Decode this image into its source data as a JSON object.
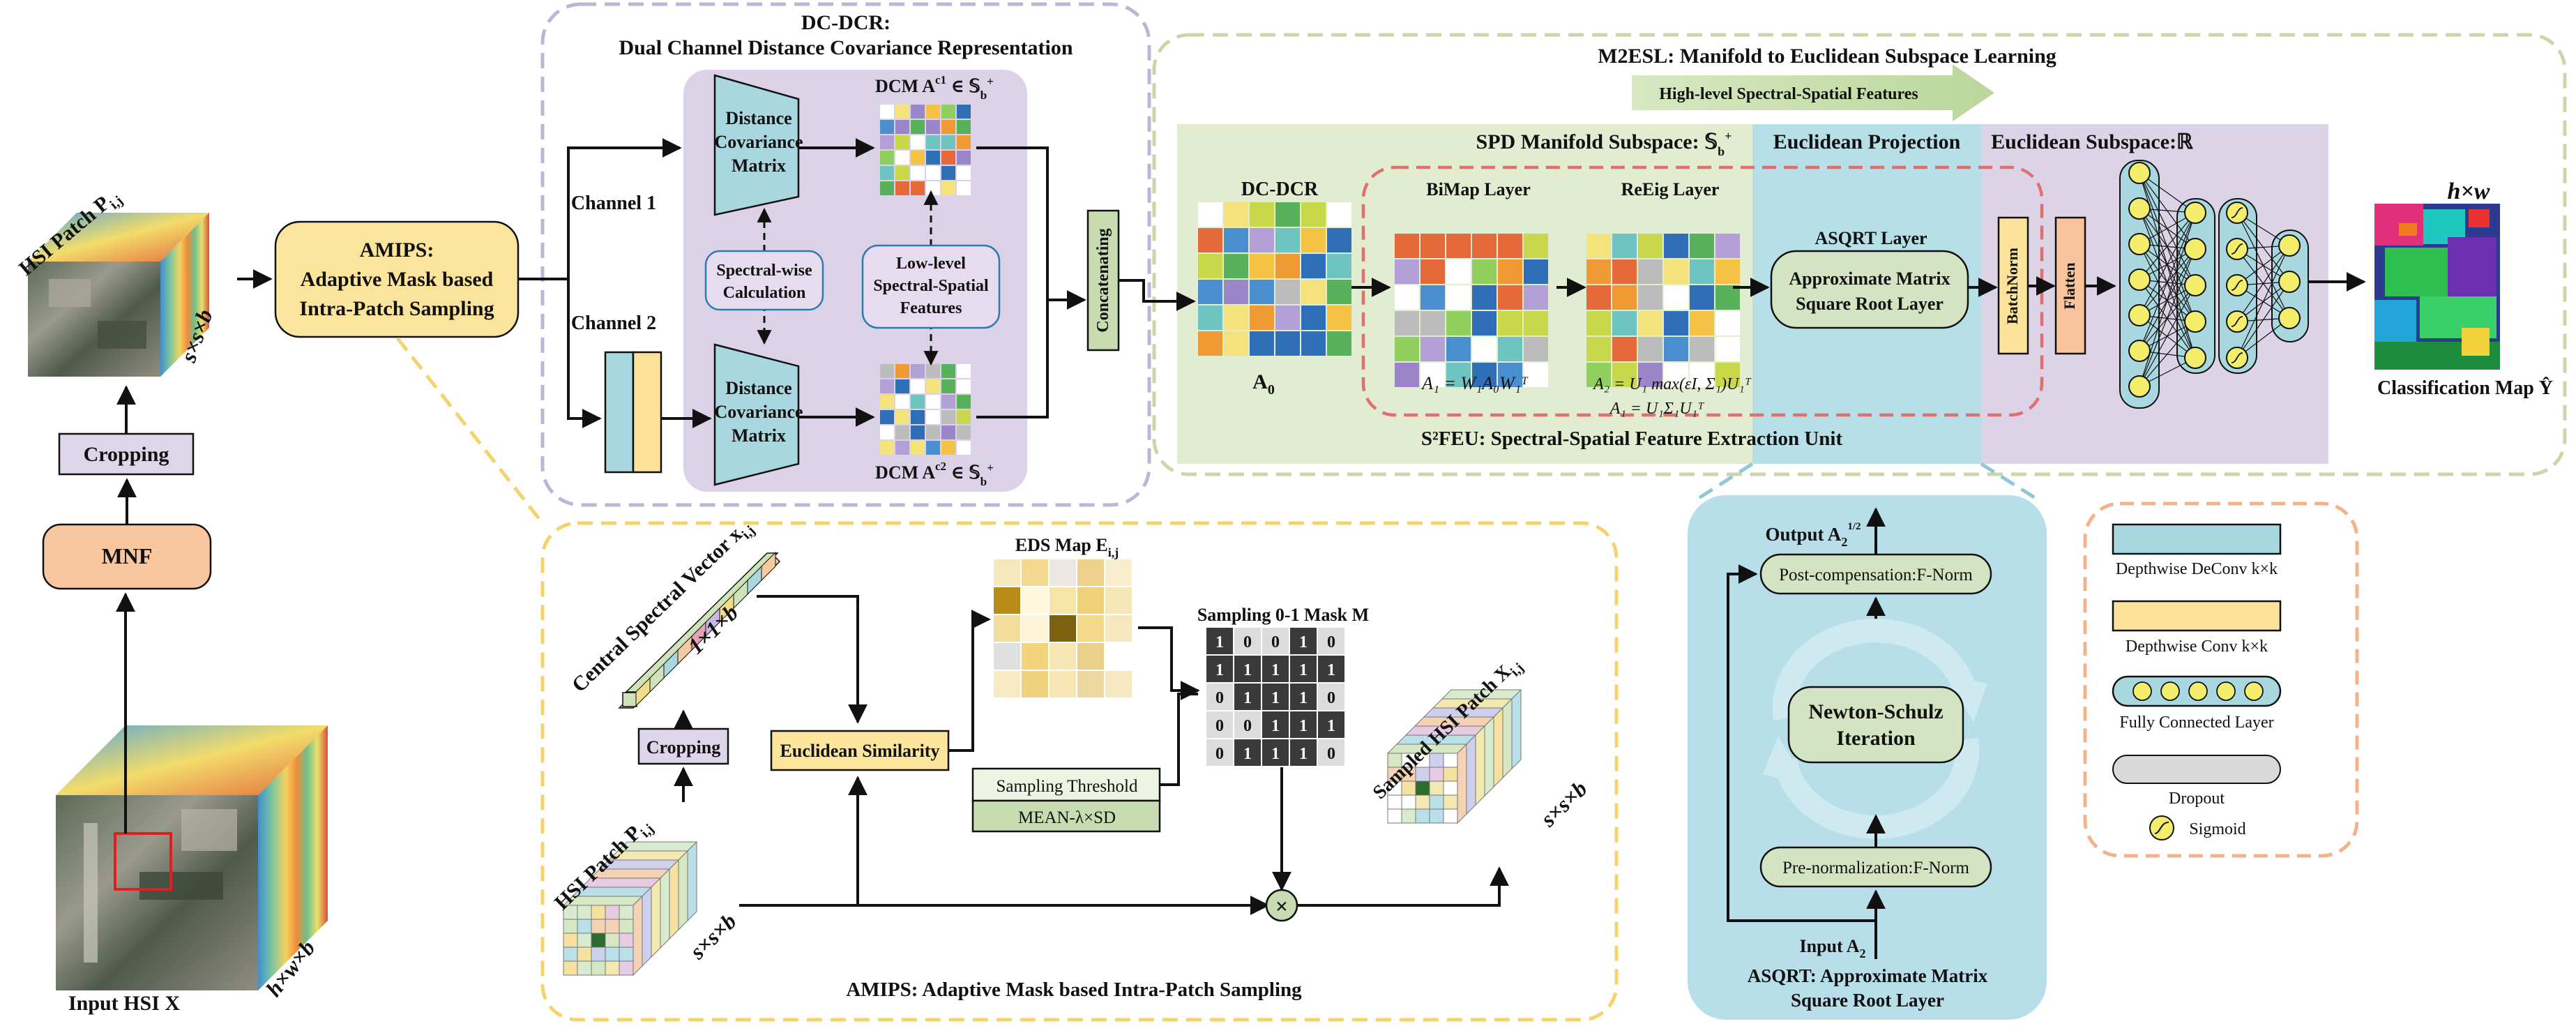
{
  "left_pipeline": {
    "input_label": "Input HSI X",
    "input_dims": "h×w×b",
    "mnf_label": "MNF",
    "cropping_label": "Cropping",
    "patch_label": "HSI Patch P",
    "patch_subscript": "i,j",
    "patch_dims": "s×s×b"
  },
  "amips_box": {
    "line1": "AMIPS:",
    "line2": "Adaptive Mask based",
    "line3": "Intra-Patch Sampling"
  },
  "dcdcr": {
    "title_line1": "DC-DCR:",
    "title_line2": "Dual Channel Distance Covariance  Representation",
    "channel1": "Channel 1",
    "channel2": "Channel 2",
    "dcm_top_label": "Distance Covariance Matrix",
    "dcm_bottom_label": "Distance Covariance Matrix",
    "spectral_wise": "Spectral-wise Calculation",
    "low_level": "Low-level Spectral-Spatial Features",
    "dcm1_label": "DCM A",
    "dcm1_sup": "c1",
    "dcm1_set": "∈ 𝕊",
    "dcm2_label": "DCM A",
    "dcm2_sup": "c2",
    "dcm2_set": "∈ 𝕊",
    "set_sub": "b",
    "set_sup": "+",
    "concatenating": "Concatenating"
  },
  "m2esl": {
    "title": "M2ESL: Manifold to Euclidean Subspace Learning",
    "high_level": "High-level  Spectral-Spatial Features",
    "spd_title": "SPD Manifold Subspace: 𝕊",
    "spd_sub": "b",
    "spd_sup": "+",
    "euc_proj_title": "Euclidean Projection",
    "euc_sub_title": "Euclidean Subspace:ℝ",
    "dcdcr_label": "DC-DCR",
    "a0_label": "A",
    "a0_sub": "0",
    "bimap_label": "BiMap Layer",
    "reeig_label": "ReEig Layer",
    "asqrt_layer": "ASQRT Layer",
    "approx_line1": "Approximate Matrix",
    "approx_line2": "Square Root Layer",
    "batchnorm": "BatchNorm",
    "flatten": "Flatten",
    "eq_a1": "A₁ = W₁A₀W₁ᵀ",
    "eq_a2": "A₂ = U₁ max(εI, Σ₁)U₁ᵀ",
    "eq_a1b": "A₁ = U₁Σ₁U₁ᵀ",
    "s2feu": "S²FEU: Spectral-Spatial Feature Extraction Unit",
    "classmap_dims": "h×w",
    "classmap_label": "Classification Map Ŷ"
  },
  "amips_detail": {
    "title": "AMIPS: Adaptive Mask based Intra-Patch Sampling",
    "central_vector": "Central Spectral Vector x",
    "central_sub": "i,j",
    "central_dims": "1×1×b",
    "cropping": "Cropping",
    "patch_label": "HSI Patch P",
    "patch_sub": "i,j",
    "patch_dims": "s×s×b",
    "euclid_sim": "Euclidean Similarity",
    "eds_map": "EDS Map E",
    "eds_sub": "i,j",
    "sampling_threshold": "Sampling Threshold",
    "mean_sd": "MEAN-λ×SD",
    "mask_title": "Sampling 0-1 Mask M",
    "mask": [
      [
        "1",
        "0",
        "0",
        "1",
        "0"
      ],
      [
        "1",
        "1",
        "1",
        "1",
        "1"
      ],
      [
        "0",
        "1",
        "1",
        "1",
        "0"
      ],
      [
        "0",
        "0",
        "1",
        "1",
        "1"
      ],
      [
        "0",
        "1",
        "1",
        "1",
        "0"
      ]
    ],
    "sampled_label": "Sampled HSI Patch X",
    "sampled_sub": "i,j",
    "sampled_dims": "s×s×b",
    "multiply": "×"
  },
  "asqrt": {
    "output_label": "Output A",
    "output_sub": "2",
    "output_sup": "1/2",
    "post_comp": "Post-compensation:F-Norm",
    "newton1": "Newton-Schulz",
    "newton2": "Iteration",
    "pre_norm": "Pre-normalization:F-Norm",
    "input_label": "Input A",
    "input_sub": "2",
    "caption1": "ASQRT: Approximate Matrix",
    "caption2": "Square Root Layer"
  },
  "legend": {
    "deconv": "Depthwise DeConv k×k",
    "conv": "Depthwise Conv k×k",
    "fc": "Fully Connected Layer",
    "dropout": "Dropout",
    "sigmoid": "Sigmoid"
  },
  "colors": {
    "amips_fill": "#fbe49b",
    "mnf_fill": "#f8c79f",
    "crop_fill": "#ddd6ea",
    "dcdcr_bg": "#dcd2e7",
    "dcm_trap": "#a9d7e0",
    "spd_bg": "#e2ecd1",
    "proj_bg": "#b6dfe8",
    "euc_bg": "#ddd3e6",
    "green_box": "#d4e3c2",
    "batchnorm": "#fde29a",
    "flatten": "#f9c39c",
    "fc_node": "#f3ed6b",
    "asqrt_bg": "#b8dfe9"
  }
}
